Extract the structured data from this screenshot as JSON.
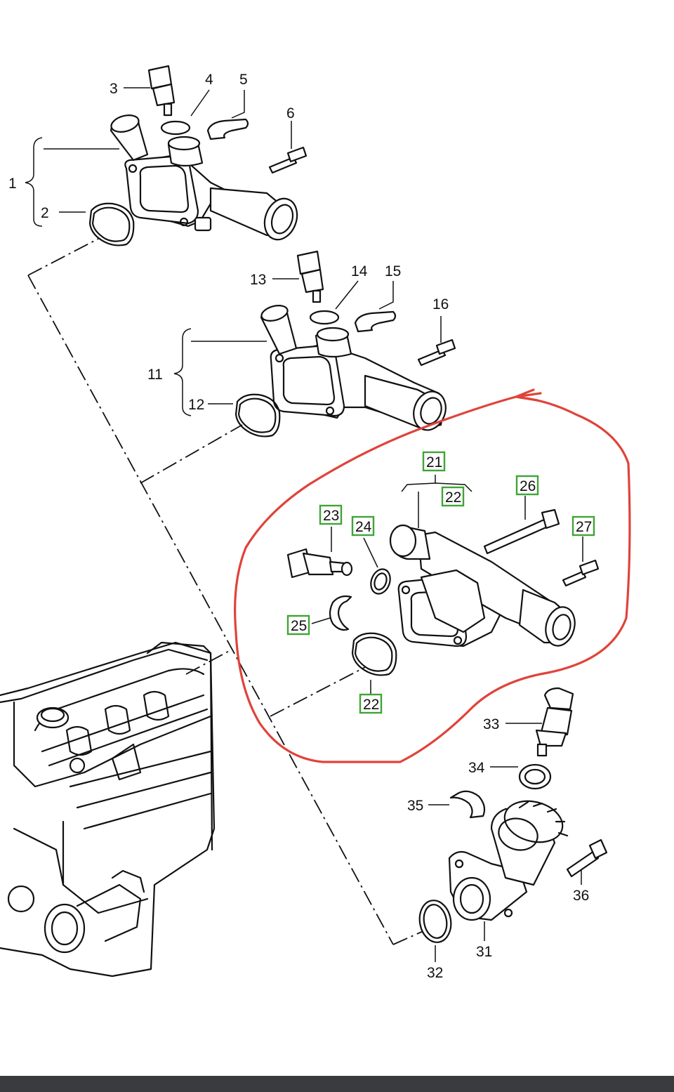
{
  "diagram": {
    "labels": {
      "p1": "1",
      "p2": "2",
      "p3": "3",
      "p4": "4",
      "p5": "5",
      "p6": "6",
      "p11": "11",
      "p12": "12",
      "p13": "13",
      "p14": "14",
      "p15": "15",
      "p16": "16",
      "p21": "21",
      "p22a": "22",
      "p22b": "22",
      "p23": "23",
      "p24": "24",
      "p25": "25",
      "p26": "26",
      "p27": "27",
      "p31": "31",
      "p32": "32",
      "p33": "33",
      "p34": "34",
      "p35": "35",
      "p36": "36"
    },
    "highlight_color": "#e0433a",
    "box_color": "#3fa535"
  }
}
